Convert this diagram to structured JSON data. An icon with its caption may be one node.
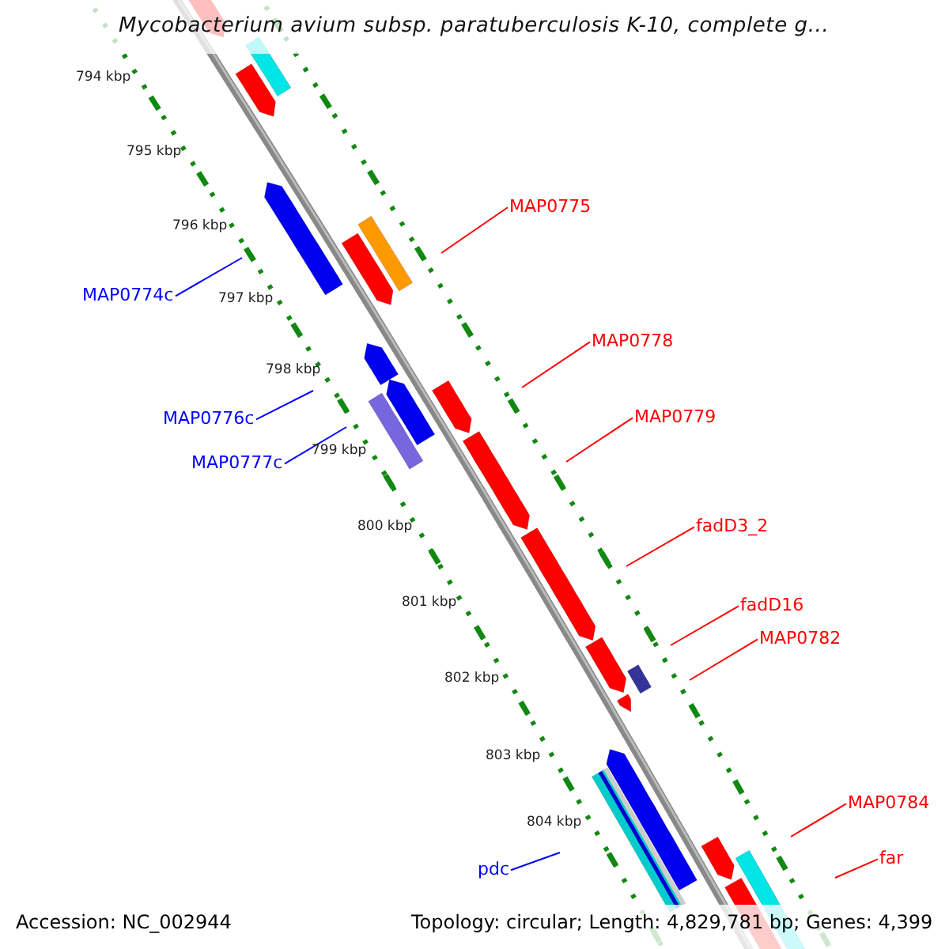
{
  "diagram": {
    "title": "Mycobacterium avium subsp. paratuberculosis K-10, complete g...",
    "nodes": [
      {
        "text": [
          "MAP0775"
        ]
      },
      {
        "text": [
          "MAP0778"
        ]
      },
      {
        "text": [
          "MAP0779"
        ]
      },
      {
        "text": [
          "fadD3_2"
        ]
      },
      {
        "text": [
          "fadD16"
        ]
      },
      {
        "text": [
          "MAP0782"
        ]
      },
      {
        "text": [
          "MAP0784"
        ]
      },
      {
        "text": [
          "far"
        ]
      },
      {
        "text": [
          "MAP0774c"
        ]
      },
      {
        "text": [
          "MAP0776c"
        ]
      },
      {
        "text": [
          "MAP0777c"
        ]
      },
      {
        "text": [
          "pdc"
        ]
      }
    ],
    "edges": [
      {
        "from": 0,
        "to": null,
        "arrow": "none"
      },
      {
        "from": 1,
        "to": null,
        "arrow": "none"
      },
      {
        "from": 2,
        "to": null,
        "arrow": "none"
      },
      {
        "from": 3,
        "to": null,
        "arrow": "none"
      },
      {
        "from": 4,
        "to": null,
        "arrow": "none"
      },
      {
        "from": 5,
        "to": null,
        "arrow": "none"
      },
      {
        "from": 6,
        "to": null,
        "arrow": "none"
      },
      {
        "from": 7,
        "to": null,
        "arrow": "none"
      },
      {
        "from": 8,
        "to": null,
        "arrow": "none",
        "color": "#0000ff"
      },
      {
        "from": 9,
        "to": null,
        "arrow": "none",
        "color": "#0000ff"
      },
      {
        "from": 10,
        "to": null,
        "arrow": "none",
        "color": "#0000ff"
      },
      {
        "from": 11,
        "to": null,
        "arrow": "none",
        "color": "#0000ff"
      }
    ],
    "labels": [
      "794 kbp",
      "795 kbp",
      "796 kbp",
      "797 kbp",
      "798 kbp",
      "799 kbp",
      "800 kbp",
      "801 kbp",
      "802 kbp",
      "803 kbp",
      "804 kbp",
      "Accession: NC_002944",
      "Topology: circular; Length: 4,829,781 bp; Genes: 4,399"
    ]
  }
}
